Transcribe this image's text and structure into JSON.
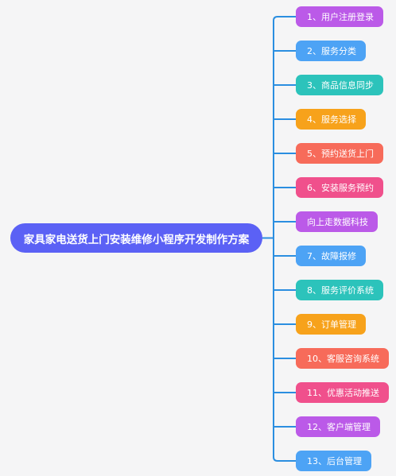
{
  "root": {
    "label": "家具家电送货上门安装维修小程序开发制作方案",
    "color": "#5b61f5"
  },
  "line_color": "#2b8ee0",
  "nodes": [
    {
      "label": "1、用户注册登录",
      "color": "#bb5ae8"
    },
    {
      "label": "2、服务分类",
      "color": "#4da3f5"
    },
    {
      "label": "3、商品信息同步",
      "color": "#2cc3bb"
    },
    {
      "label": "4、服务选择",
      "color": "#f7a21b"
    },
    {
      "label": "5、预约送货上门",
      "color": "#f76b5a"
    },
    {
      "label": "6、安装服务预约",
      "color": "#f0508c"
    },
    {
      "label": "向上走数据科技",
      "color": "#bb5ae8"
    },
    {
      "label": "7、故障报修",
      "color": "#4da3f5"
    },
    {
      "label": "8、服务评价系统",
      "color": "#2cc3bb"
    },
    {
      "label": "9、订单管理",
      "color": "#f7a21b"
    },
    {
      "label": "10、客服咨询系统",
      "color": "#f76b5a"
    },
    {
      "label": "11、优惠活动推送",
      "color": "#f0508c"
    },
    {
      "label": "12、客户端管理",
      "color": "#bb5ae8"
    },
    {
      "label": "13、后台管理",
      "color": "#4da3f5"
    }
  ]
}
